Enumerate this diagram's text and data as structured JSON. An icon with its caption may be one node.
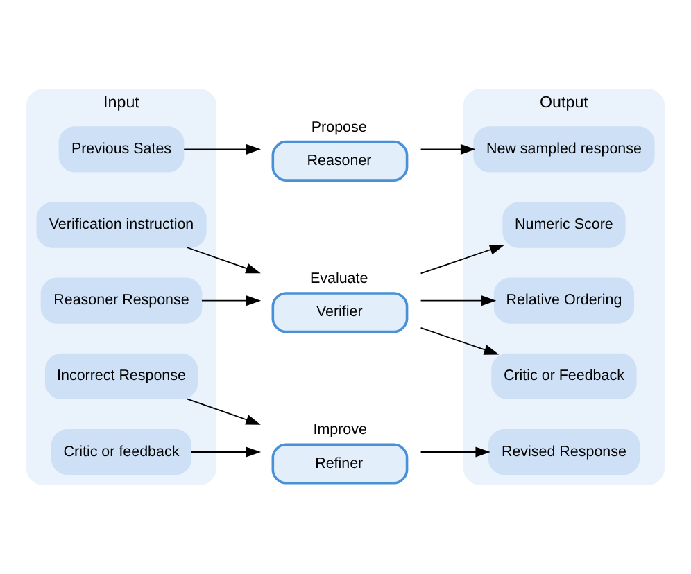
{
  "diagram": {
    "nodes": [
      {
        "text": [
          "Input"
        ]
      },
      {
        "text": [
          "Previous Sates"
        ],
        "in": 0
      },
      {
        "text": [
          "Verification instruction"
        ],
        "in": 0
      },
      {
        "text": [
          "Reasoner Response"
        ],
        "in": 0
      },
      {
        "text": [
          "Incorrect Response"
        ],
        "in": 0
      },
      {
        "text": [
          "Critic or feedback"
        ],
        "in": 0
      },
      {
        "text": [
          "Propose",
          "Reasoner"
        ]
      },
      {
        "text": [
          "Evaluate",
          "Verifier"
        ]
      },
      {
        "text": [
          "Improve",
          "Refiner"
        ]
      },
      {
        "text": [
          "Output"
        ]
      },
      {
        "text": [
          "New sampled response"
        ],
        "in": 9
      },
      {
        "text": [
          "Numeric Score"
        ],
        "in": 9
      },
      {
        "text": [
          "Relative Ordering"
        ],
        "in": 9
      },
      {
        "text": [
          "Critic or Feedback"
        ],
        "in": 9
      },
      {
        "text": [
          "Revised Response"
        ],
        "in": 9
      }
    ],
    "edges": [
      {
        "from": 1,
        "to": 6,
        "arrow": "to"
      },
      {
        "from": 6,
        "to": 10,
        "arrow": "to"
      },
      {
        "from": 2,
        "to": 7,
        "arrow": "to"
      },
      {
        "from": 3,
        "to": 7,
        "arrow": "to"
      },
      {
        "from": 7,
        "to": 11,
        "arrow": "to"
      },
      {
        "from": 7,
        "to": 12,
        "arrow": "to"
      },
      {
        "from": 7,
        "to": 13,
        "arrow": "to"
      },
      {
        "from": 4,
        "to": 8,
        "arrow": "to"
      },
      {
        "from": 5,
        "to": 8,
        "arrow": "to"
      },
      {
        "from": 8,
        "to": 14,
        "arrow": "to"
      }
    ]
  }
}
